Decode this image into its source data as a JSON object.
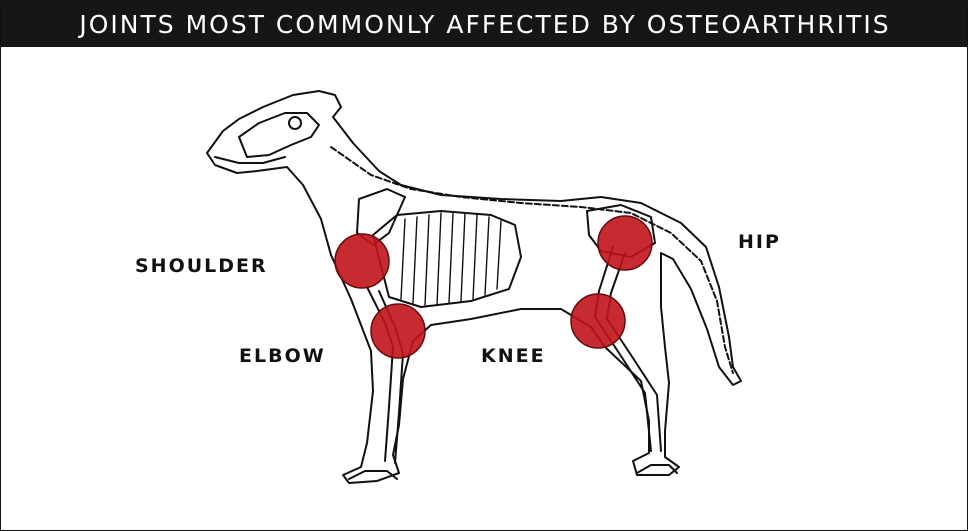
{
  "header": {
    "title": "JOINTS MOST COMMONLY AFFECTED BY OSTEOARTHRITIS"
  },
  "labels": {
    "shoulder": "SHOULDER",
    "elbow": "ELBOW",
    "knee": "KNEE",
    "hip": "HIP"
  },
  "colors": {
    "header_bg": "#161616",
    "header_text": "#ffffff",
    "joint_highlight": "#c0141c",
    "outline": "#111111"
  }
}
